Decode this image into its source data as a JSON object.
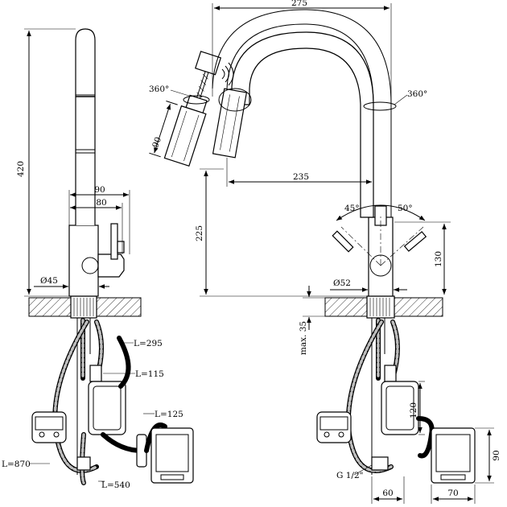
{
  "labels": {
    "h420": "420",
    "w90": "90",
    "w80": "80",
    "d45": "Ø45",
    "l295": "L=295",
    "l115": "L=115",
    "l125": "L=125",
    "l870": "L=870",
    "l540": "L=540",
    "rot360a": "360°",
    "h90": "90",
    "w275": "275",
    "rot360b": "360°",
    "w235": "235",
    "h225": "225",
    "a45": "45°",
    "a50": "50°",
    "h130": "130",
    "d52": "Ø52",
    "max35": "max. 35",
    "h120": "120",
    "g12": "G 1/2\"",
    "w60": "60",
    "w70": "70",
    "hb90": "90"
  }
}
